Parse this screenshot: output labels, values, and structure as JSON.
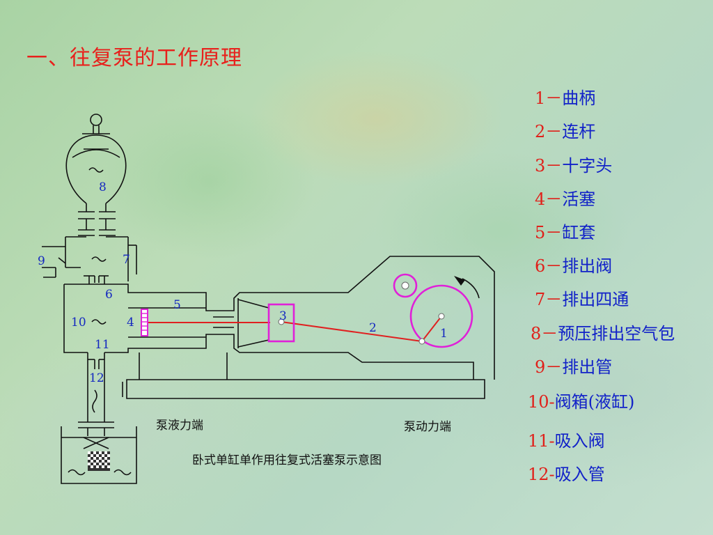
{
  "slide": {
    "title": "一、往复泵的工作原理"
  },
  "legend": [
    {
      "num": "1",
      "sep": "－",
      "text": "曲柄"
    },
    {
      "num": "2",
      "sep": "－",
      "text": "连杆"
    },
    {
      "num": "3",
      "sep": "－",
      "text": "十字头"
    },
    {
      "num": "4",
      "sep": "－",
      "text": "活塞"
    },
    {
      "num": "5",
      "sep": "－",
      "text": "缸套"
    },
    {
      "num": "6",
      "sep": "－",
      "text": "排出阀"
    },
    {
      "num": "7",
      "sep": "－",
      "text": "排出四通"
    },
    {
      "num": "8",
      "sep": "－",
      "text": "预压排出空气包"
    },
    {
      "num": "9",
      "sep": "－",
      "text": "排出管"
    },
    {
      "num": "10",
      "sep": "-",
      "text": "阀箱(液缸)"
    },
    {
      "num": "11",
      "sep": "-",
      "text": "吸入阀"
    },
    {
      "num": "12",
      "sep": "-",
      "text": "吸入管"
    }
  ],
  "diagram": {
    "part_labels": {
      "n1": "1",
      "n2": "2",
      "n3": "3",
      "n4": "4",
      "n5": "5",
      "n6": "6",
      "n7": "7",
      "n8": "8",
      "n9": "9",
      "n10": "10",
      "n11": "11",
      "n12": "12"
    },
    "fluid_end_label": "泵液力端",
    "power_end_label": "泵动力端",
    "caption": "卧式单缸单作用往复式活塞泵示意图"
  },
  "colors": {
    "title": "#e8201c",
    "legend_number": "#e0201a",
    "legend_text": "#1222c8",
    "highlight_magenta": "#e020d8",
    "rod_red": "#e02020"
  }
}
